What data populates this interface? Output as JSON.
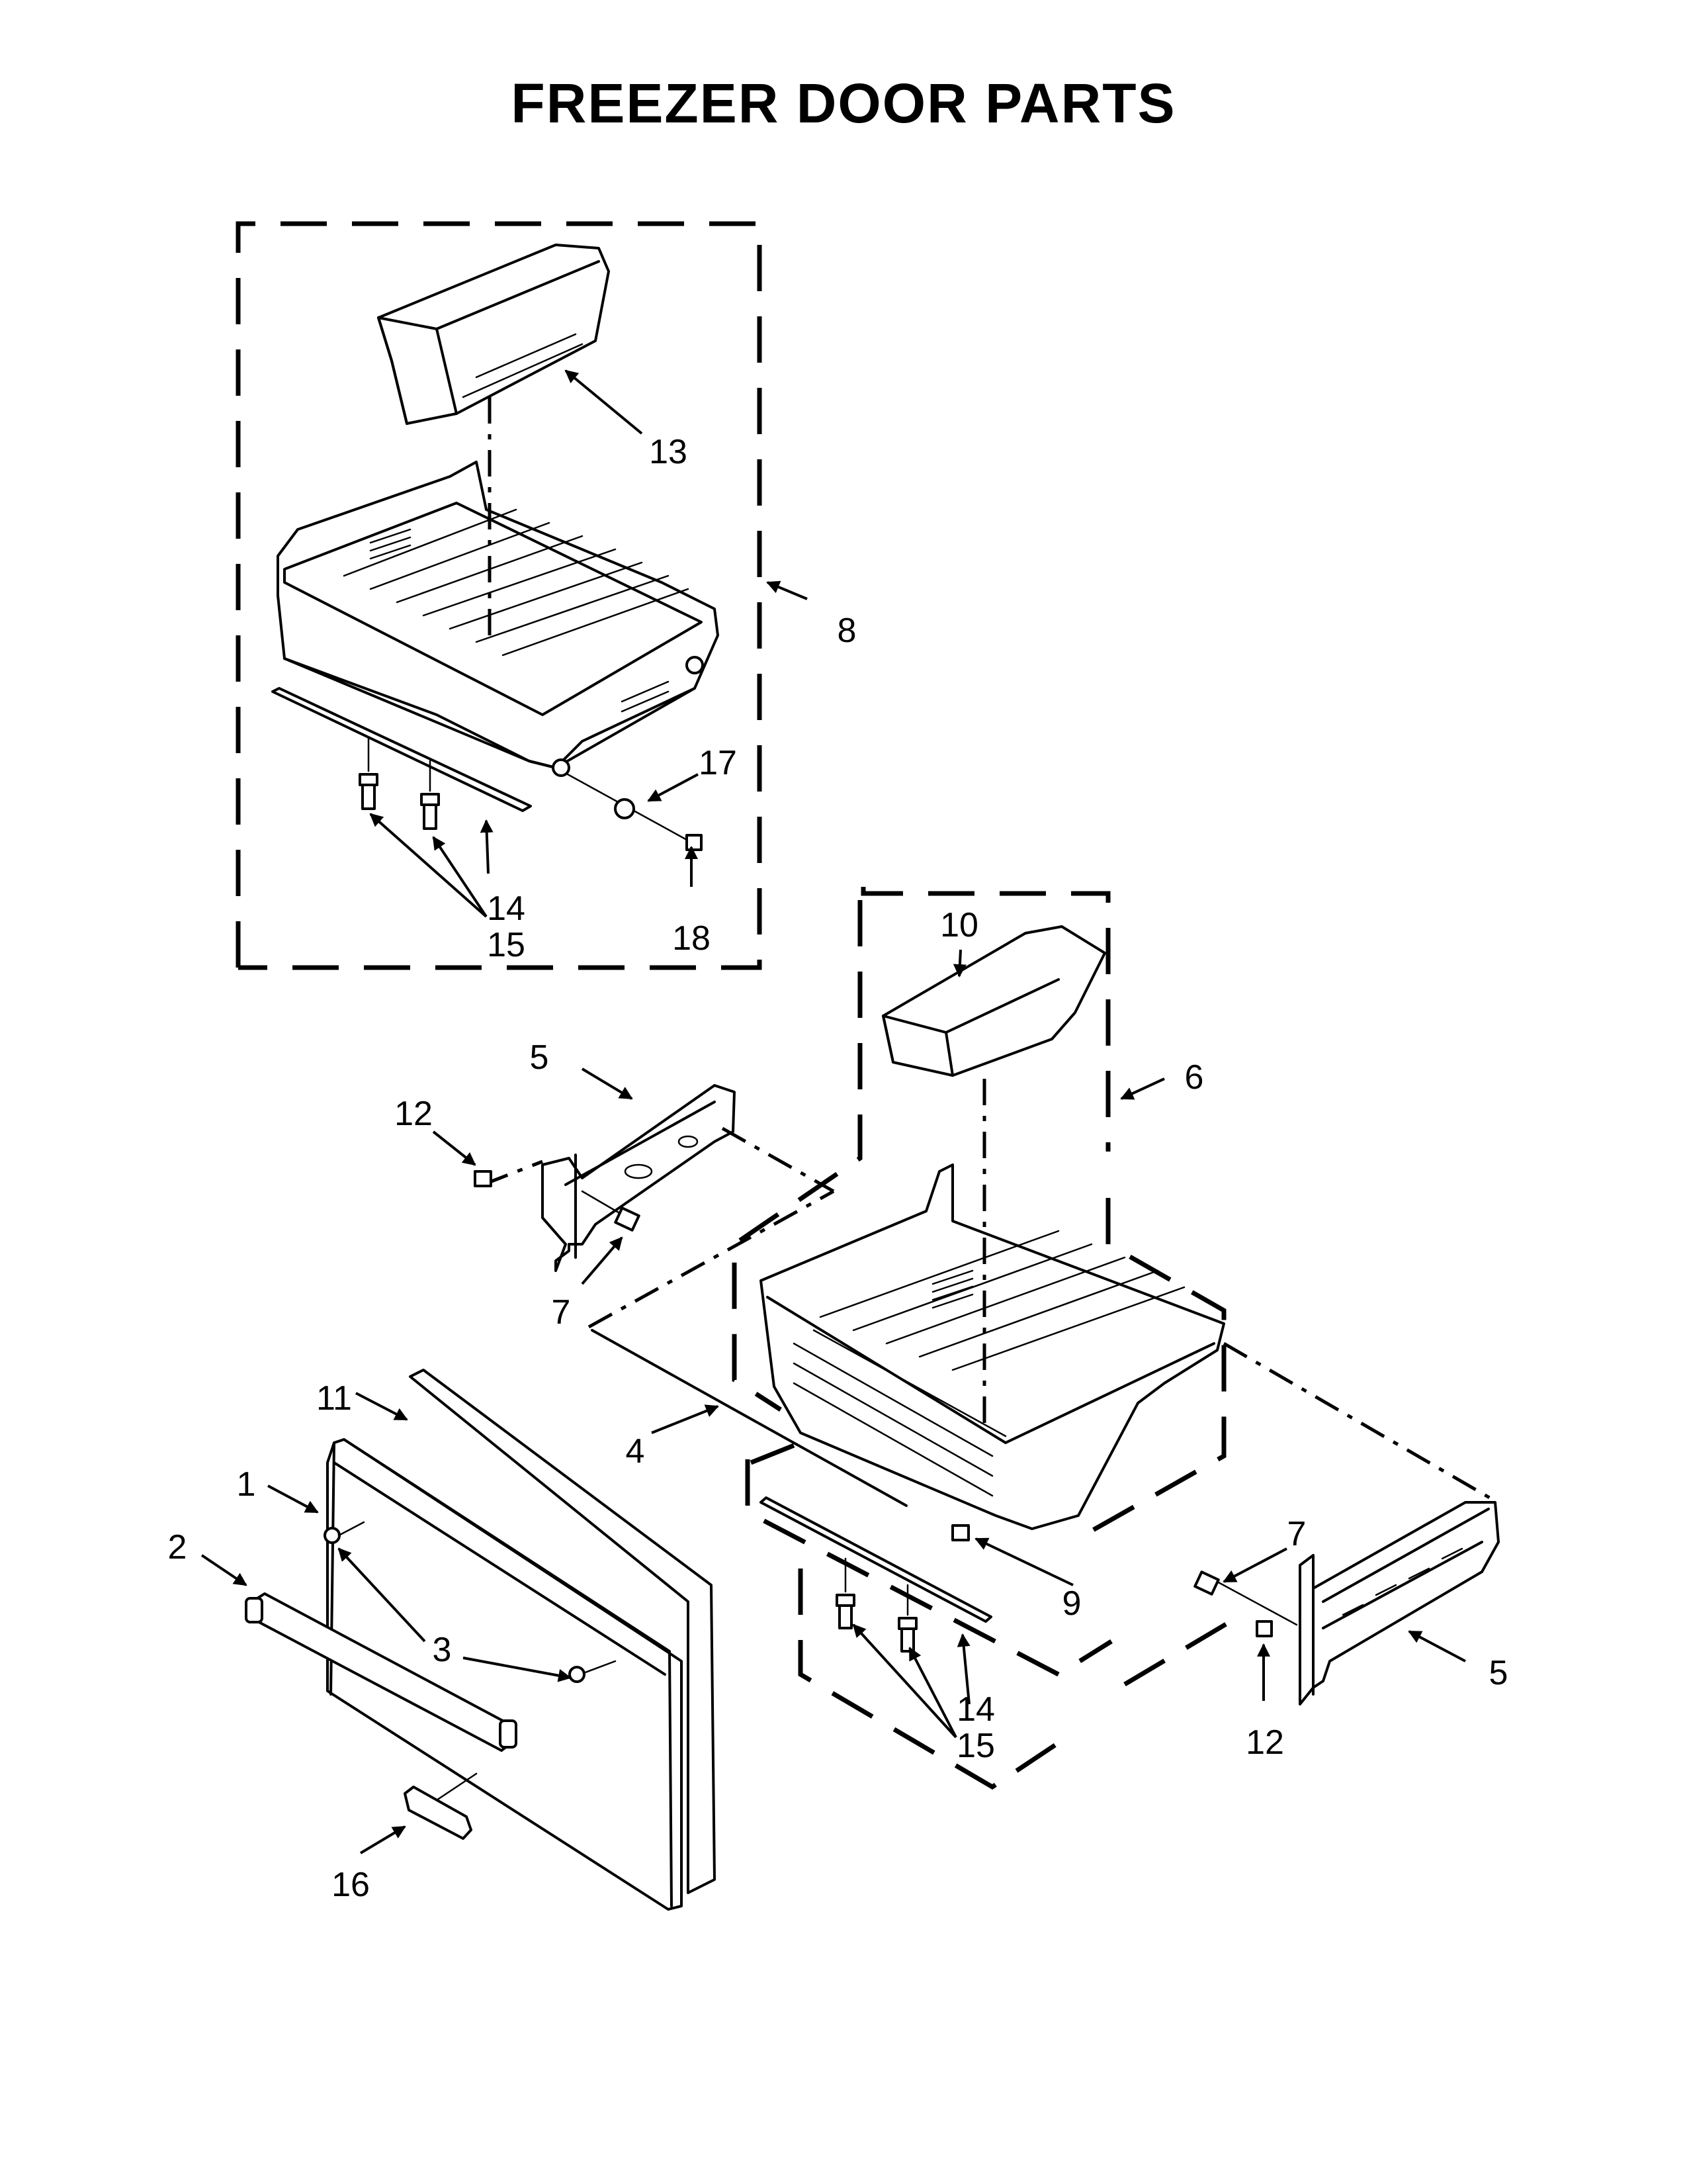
{
  "title": "FREEZER DOOR PARTS",
  "callouts": {
    "c1": "1",
    "c2": "2",
    "c3": "3",
    "c4": "4",
    "c5a": "5",
    "c5b": "5",
    "c6": "6",
    "c7a": "7",
    "c7b": "7",
    "c8": "8",
    "c9": "9",
    "c10": "10",
    "c11": "11",
    "c12a": "12",
    "c12b": "12",
    "c13": "13",
    "c14a": "14",
    "c14b": "14",
    "c15a": "15",
    "c15b": "15",
    "c16": "16",
    "c17": "17",
    "c18": "18"
  }
}
